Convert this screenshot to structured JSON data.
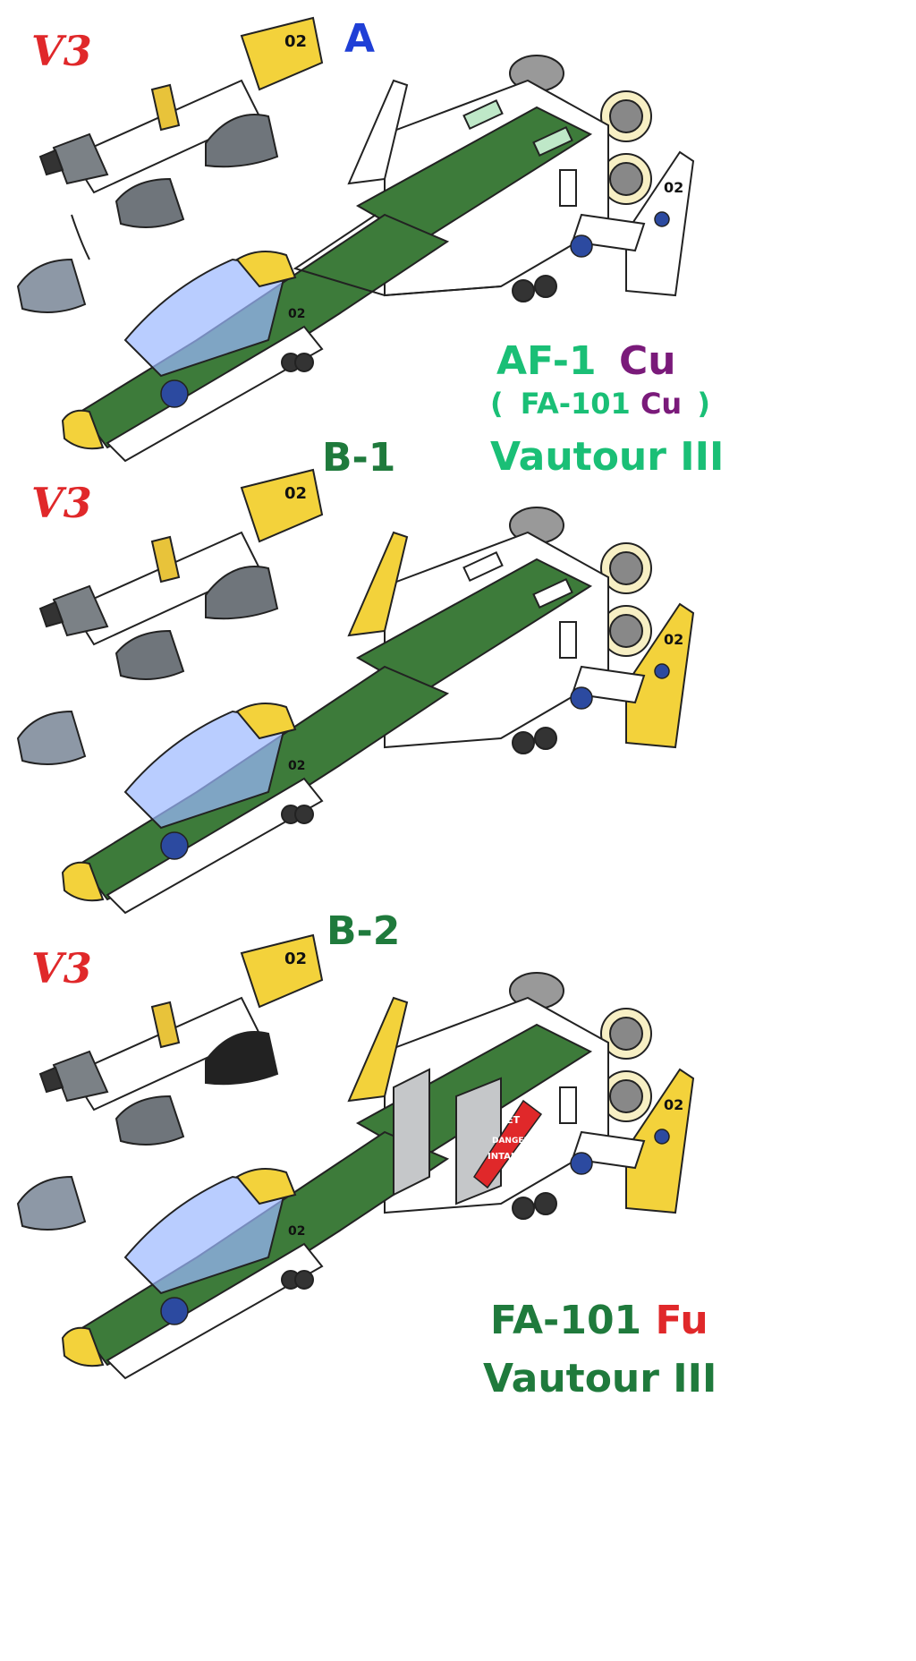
{
  "colors": {
    "green": "#3d7b3a",
    "yellow": "#f3d23b",
    "cream": "#f7efc4",
    "white": "#ffffff",
    "outline": "#222222",
    "pod_grey": "#7b8186",
    "blue_label": "#1f3fd6",
    "teal_text": "#1abf76",
    "dark_green_text": "#1f7a3c",
    "purple": "#7a1a7a",
    "red": "#e0282a"
  },
  "panels": [
    {
      "label": "A",
      "logo": "V3",
      "pod_badge": "02",
      "tail_badge": "02",
      "nose_badge": "02",
      "tail_fin_color": "white"
    },
    {
      "label": "B-1",
      "logo": "V3",
      "pod_badge": "02",
      "tail_badge": "02",
      "nose_badge": "02",
      "tail_fin_color": "yellow"
    },
    {
      "label": "B-2",
      "logo": "V3",
      "pod_badge": "02",
      "tail_badge": "02",
      "nose_badge": "02",
      "tail_fin_color": "yellow",
      "intake_label_top": "JET",
      "intake_label_mid": "DANGER",
      "intake_label_bot": "INTAKE"
    }
  ],
  "title_a": {
    "line1_main": "AF-1",
    "line1_suffix": "Cu",
    "line2_open": "(",
    "line2_main": "FA-101",
    "line2_suffix": "Cu",
    "line2_close": ")",
    "line3": "Vautour III"
  },
  "title_b2": {
    "line1_main": "FA-101",
    "line1_suffix": "Fu",
    "line2": "Vautour III"
  }
}
